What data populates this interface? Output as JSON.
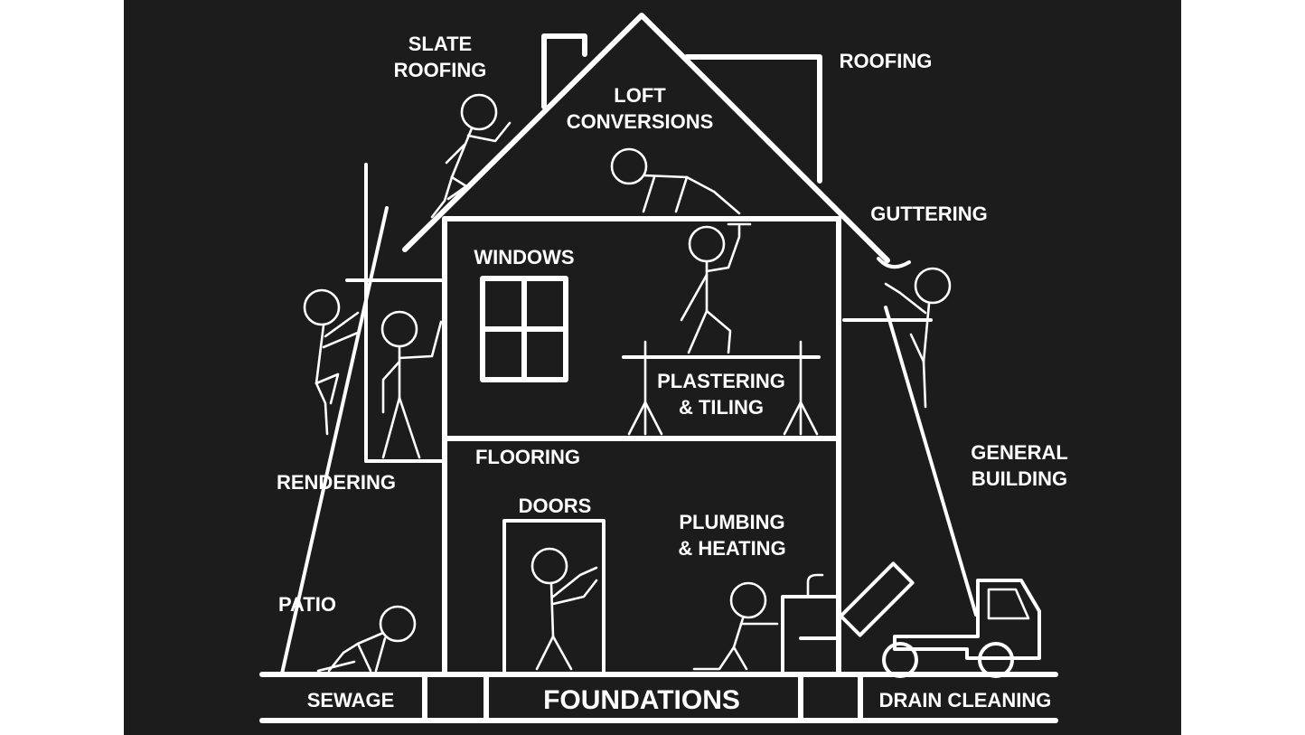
{
  "labels": {
    "slate_roofing_1": "SLATE",
    "slate_roofing_2": "ROOFING",
    "roofing": "ROOFING",
    "loft_1": "LOFT",
    "loft_2": "CONVERSIONS",
    "guttering": "GUTTERING",
    "windows": "WINDOWS",
    "plastering_1": "PLASTERING",
    "plastering_2": "& TILING",
    "rendering": "RENDERING",
    "flooring": "FLOORING",
    "general_1": "GENERAL",
    "general_2": "BUILDING",
    "doors": "DOORS",
    "plumbing_1": "PLUMBING",
    "plumbing_2": "& HEATING",
    "patio": "PATIO",
    "sewage": "SEWAGE",
    "foundations": "FOUNDATIONS",
    "drain_cleaning": "DRAIN CLEANING"
  },
  "colors": {
    "background": "#1c1c1c",
    "line": "#ffffff"
  }
}
